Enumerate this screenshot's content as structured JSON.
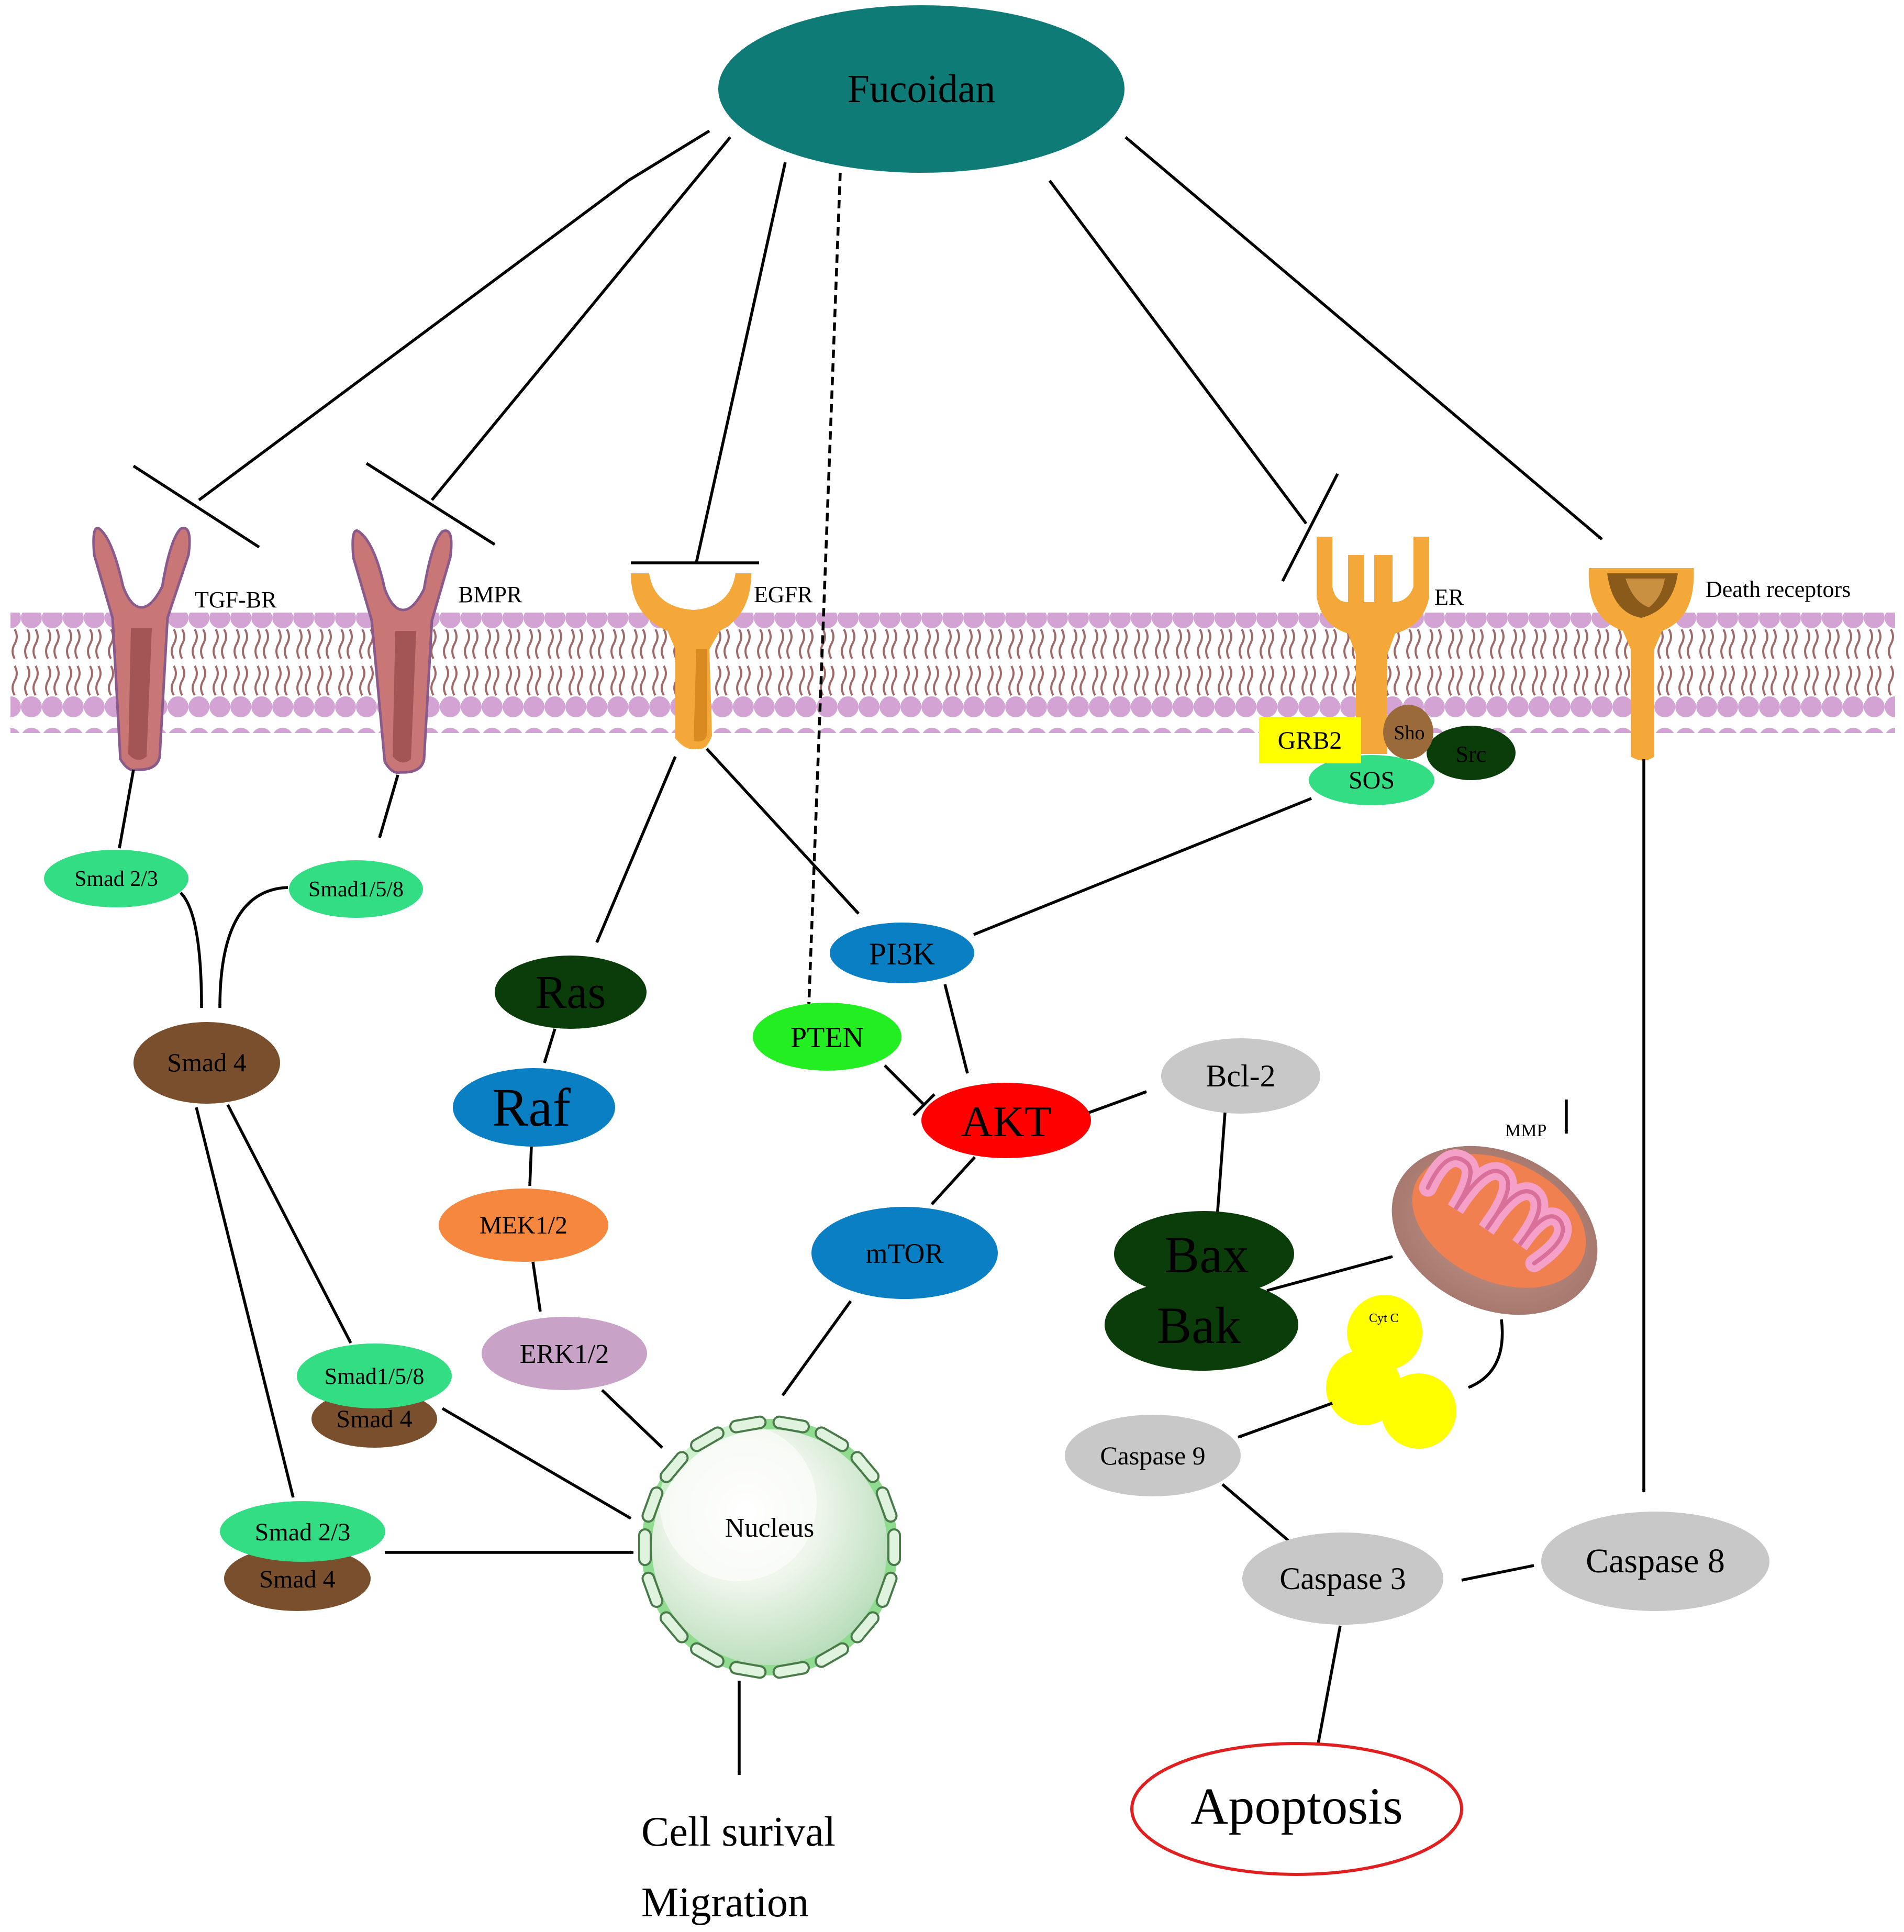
{
  "title": "Fucoidan",
  "receptors": {
    "tgfbr": "TGF-BR",
    "bmpr": "BMPR",
    "egfr": "EGFR",
    "er": "ER",
    "death": "Death receptors"
  },
  "adaptors": {
    "grb2": "GRB2",
    "sho": "Sho",
    "src": "Src",
    "sos": "SOS"
  },
  "nodes": {
    "smad23": "Smad 2/3",
    "smad158": "Smad1/5/8",
    "smad4": "Smad 4",
    "ras": "Ras",
    "raf": "Raf",
    "mek": "MEK1/2",
    "erk": "ERK1/2",
    "pi3k": "PI3K",
    "pten": "PTEN",
    "akt": "AKT",
    "mtor": "mTOR",
    "bcl2": "Bcl-2",
    "bax": "Bax",
    "bak": "Bak",
    "mmp": "MMP",
    "cytc": "Cyt C",
    "casp9": "Caspase 9",
    "casp3": "Caspase 3",
    "casp8": "Caspase 8",
    "nucleus": "Nucleus",
    "complex1_top": "Smad1/5/8",
    "complex1_bottom": "Smad 4",
    "complex2_top": "Smad 2/3",
    "complex2_bottom": "Smad 4"
  },
  "outcomes": {
    "survival_line1": "Cell surival",
    "survival_line2": "Migration",
    "apoptosis": "Apoptosis"
  },
  "colors": {
    "fucoidan": "#0f7b76",
    "smad_green": "#33dd83",
    "smad4_brown": "#7a4f2e",
    "dark_green": "#0b3d0b",
    "blue": "#0a7fc4",
    "akt_red": "#ff0000",
    "pten_green": "#22ee22",
    "mek_orange": "#f5883e",
    "erk_purple": "#c9a2c8",
    "grey": "#c8c8c8",
    "receptor_pink": "#c87676",
    "receptor_orange": "#f5a83a",
    "membrane": "#d3a3d3",
    "cytc_yellow": "#ffff00",
    "apoptosis_border": "#e02020"
  }
}
